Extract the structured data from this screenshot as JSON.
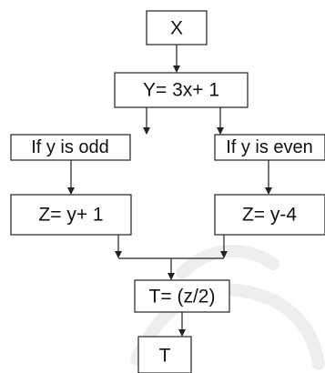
{
  "nodes": {
    "x": {
      "label": "X"
    },
    "y": {
      "label": "Y= 3x+ 1"
    },
    "odd": {
      "label": "If y is odd"
    },
    "even": {
      "label": "If y is even"
    },
    "z1": {
      "label": "Z= y+ 1"
    },
    "z2": {
      "label": "Z= y-4"
    },
    "t_calc": {
      "label": "T= (z/2)"
    },
    "t_out": {
      "label": "T"
    }
  }
}
